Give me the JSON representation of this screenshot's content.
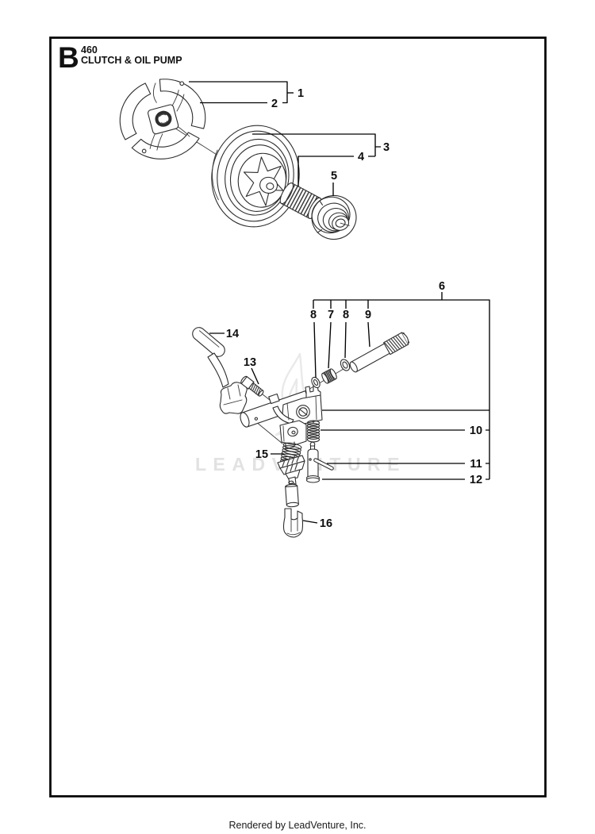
{
  "header": {
    "section_letter": "B",
    "model": "460",
    "title": "CLUTCH & OIL PUMP"
  },
  "watermark": {
    "text": "LEADVENTURE"
  },
  "footer": {
    "text": "Rendered by LeadVenture, Inc."
  },
  "callouts": {
    "c1": "1",
    "c2": "2",
    "c3": "3",
    "c4": "4",
    "c5": "5",
    "c6": "6",
    "c7": "7",
    "c8a": "8",
    "c8b": "8",
    "c9": "9",
    "c10": "10",
    "c11": "11",
    "c12": "12",
    "c13": "13",
    "c14": "14",
    "c15": "15",
    "c16": "16"
  }
}
